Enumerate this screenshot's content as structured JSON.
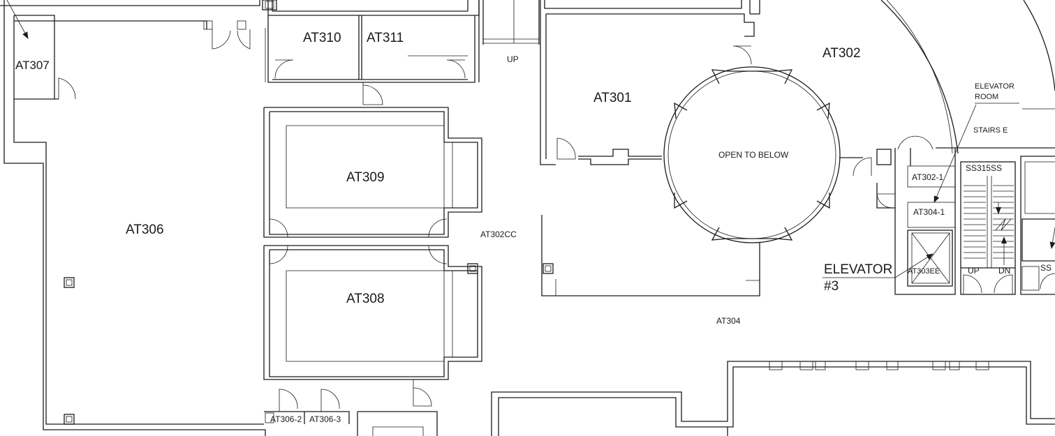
{
  "colors": {
    "line": "#1a1a1a",
    "background": "#ffffff"
  },
  "rooms": {
    "at306": "AT306",
    "at307": "AT307",
    "at310": "AT310",
    "at311": "AT311",
    "at309": "AT309",
    "at308": "AT308",
    "at306_2": "AT306-2",
    "at306_3": "AT306-3",
    "at301": "AT301",
    "at302": "AT302",
    "at302cc": "AT302CC",
    "at304": "AT304",
    "open_to_below": "OPEN TO BELOW",
    "at302_1": "AT302-1",
    "at304_1": "AT304-1",
    "at303ee": "AT303EE",
    "ss315ss": "SS315SS",
    "ss_partial": "SS"
  },
  "annotations": {
    "up_corridor": "UP",
    "elevator_room_line1": "ELEVATOR",
    "elevator_room_line2": "ROOM",
    "stairs_e": "STAIRS E",
    "elevator_line1": "ELEVATOR",
    "elevator_line2": "#3",
    "stair_up": "UP",
    "stair_dn": "DN"
  }
}
